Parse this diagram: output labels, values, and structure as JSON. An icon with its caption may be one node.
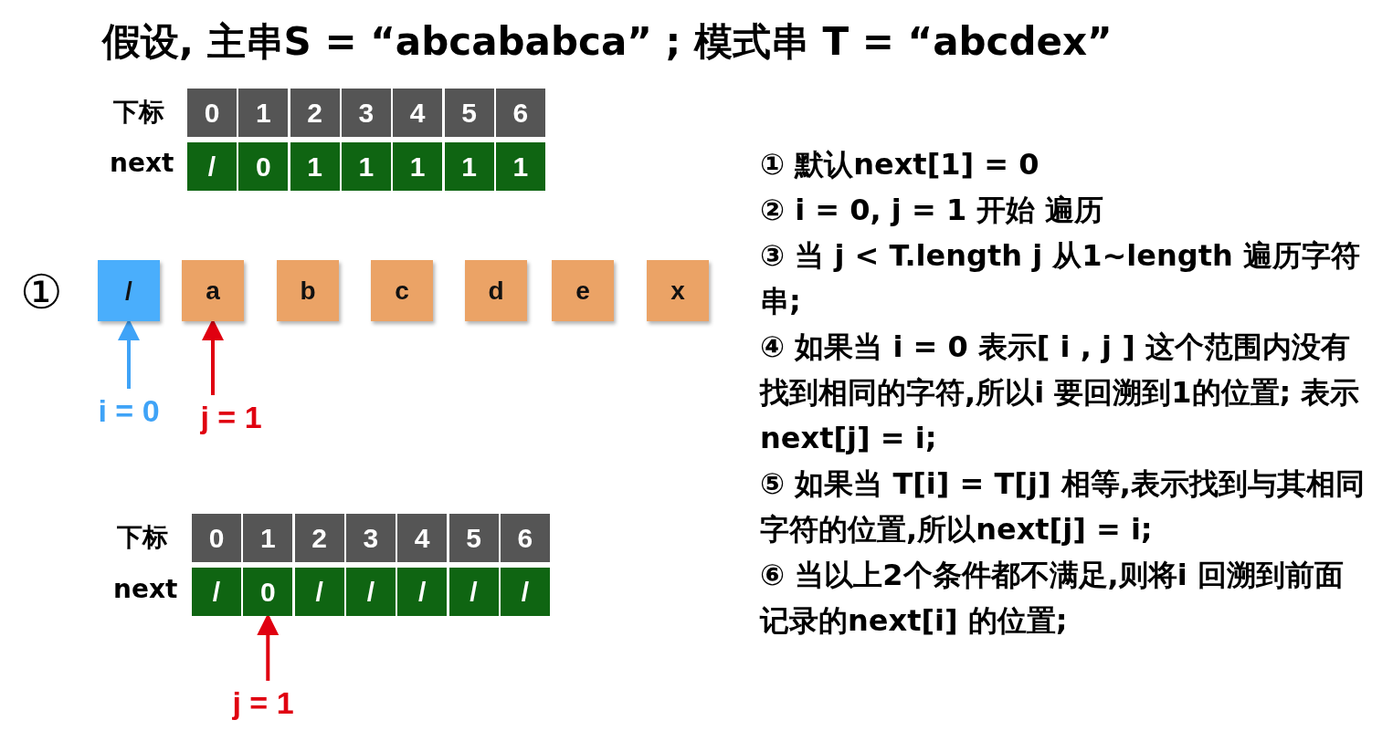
{
  "diagram": {
    "title": "假设, 主串S = “abcababca” ; 模式串 T = “abcdex”",
    "nodes": [
      {
        "text": [
          "0"
        ]
      },
      {
        "text": [
          "1"
        ]
      },
      {
        "text": [
          "2"
        ]
      },
      {
        "text": [
          "3"
        ]
      },
      {
        "text": [
          "4"
        ]
      },
      {
        "text": [
          "5"
        ]
      },
      {
        "text": [
          "6"
        ]
      },
      {
        "text": [
          "/"
        ]
      },
      {
        "text": [
          "0"
        ]
      },
      {
        "text": [
          "1"
        ]
      },
      {
        "text": [
          "1"
        ]
      },
      {
        "text": [
          "1"
        ]
      },
      {
        "text": [
          "1"
        ]
      },
      {
        "text": [
          "1"
        ]
      },
      {
        "text": [
          "/"
        ]
      },
      {
        "text": [
          "a"
        ]
      },
      {
        "text": [
          "b"
        ]
      },
      {
        "text": [
          "c"
        ]
      },
      {
        "text": [
          "d"
        ]
      },
      {
        "text": [
          "e"
        ]
      },
      {
        "text": [
          "x"
        ]
      },
      {
        "text": [
          "i = 0"
        ]
      },
      {
        "text": [
          "j = 1"
        ]
      },
      {
        "text": [
          "0"
        ]
      },
      {
        "text": [
          "1"
        ]
      },
      {
        "text": [
          "2"
        ]
      },
      {
        "text": [
          "3"
        ]
      },
      {
        "text": [
          "4"
        ]
      },
      {
        "text": [
          "5"
        ]
      },
      {
        "text": [
          "6"
        ]
      },
      {
        "text": [
          "/"
        ]
      },
      {
        "text": [
          "0"
        ]
      },
      {
        "text": [
          "/"
        ]
      },
      {
        "text": [
          "/"
        ]
      },
      {
        "text": [
          "/"
        ]
      },
      {
        "text": [
          "/"
        ]
      },
      {
        "text": [
          "/"
        ]
      },
      {
        "text": [
          "j = 1"
        ]
      }
    ],
    "edges": [
      {
        "from": 21,
        "to": 14,
        "arrow": "to",
        "color": "#3fa3f7"
      },
      {
        "from": 22,
        "to": 15,
        "arrow": "to"
      },
      {
        "from": 37,
        "to": 31,
        "arrow": "to"
      }
    ],
    "labels": [
      "下标",
      "next",
      "①",
      "下标",
      "next",
      "① 默认next[1] = 0",
      "② i = 0, j = 1 开始 遍历",
      "③ 当 j  < T.length j 从1~length 遍历字符串;",
      "④ 如果当 i = 0 表示[ i , j ] 这个范围内没有找到相同的字符,所以i 要回溯到1的位置; 表示next[j] = i;",
      "⑤ 如果当 T[i] = T[j] 相等,表示找到与其相同字符的位置,所以next[j] = i;",
      "⑥ 当以上2个条件都不满足,则将i 回溯到前面记录的next[i] 的位置;"
    ]
  }
}
